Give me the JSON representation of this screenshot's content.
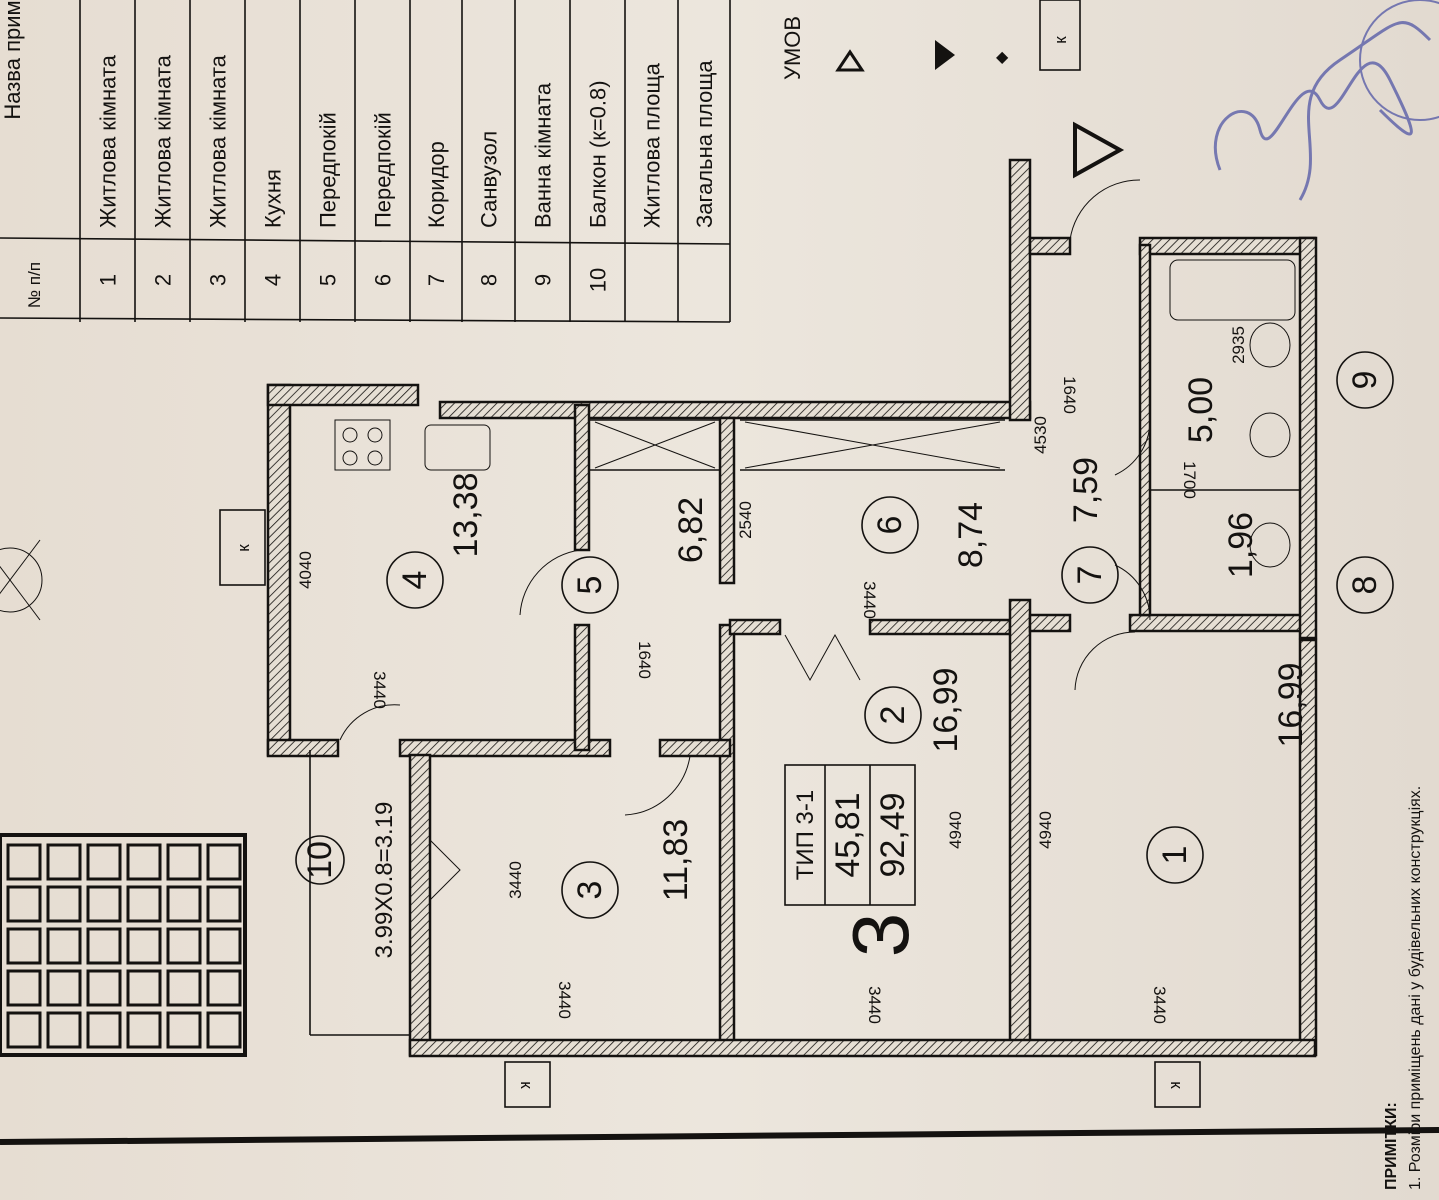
{
  "table": {
    "header_name": "Назва прим",
    "header_num": "№ п/п",
    "rows": [
      {
        "num": "1",
        "name": "Житлова кімната"
      },
      {
        "num": "2",
        "name": "Житлова кімната"
      },
      {
        "num": "3",
        "name": "Житлова кімната"
      },
      {
        "num": "4",
        "name": "Кухня"
      },
      {
        "num": "5",
        "name": "Передпокій"
      },
      {
        "num": "6",
        "name": "Передпокій"
      },
      {
        "num": "7",
        "name": "Коридор"
      },
      {
        "num": "8",
        "name": "Санвузол"
      },
      {
        "num": "9",
        "name": "Ванна кімната"
      },
      {
        "num": "10",
        "name": "Балкон (к=0.8)"
      },
      {
        "num": "",
        "name": "Житлова площа"
      },
      {
        "num": "",
        "name": "Загальна площа"
      }
    ]
  },
  "legend": {
    "title": "УМОВ",
    "k_label": "к"
  },
  "plan": {
    "type_label": "ТИП 3-1",
    "living_area": "45,81",
    "total_area": "92,49",
    "rooms_count": "3",
    "rooms": [
      {
        "num": "1",
        "area": "16,99"
      },
      {
        "num": "2",
        "area": "16,99"
      },
      {
        "num": "3",
        "area": "11,83"
      },
      {
        "num": "4",
        "area": "13,38"
      },
      {
        "num": "5",
        "area": "6,82"
      },
      {
        "num": "6",
        "area": "8,74"
      },
      {
        "num": "7",
        "area": "7,59"
      },
      {
        "num": "8",
        "area": "1,96"
      },
      {
        "num": "9",
        "area": "5,00"
      },
      {
        "num": "10",
        "area": "3.99X0.8=3.19"
      }
    ],
    "dims": {
      "d4040": "4040",
      "d3440": "3440",
      "d1640": "1640",
      "d2540": "2540",
      "d4530": "4530",
      "d1700": "1700",
      "d2935": "2935",
      "d4940": "4940"
    },
    "k_label": "к"
  },
  "notes": {
    "title": "ПРИМІТКИ:",
    "line1": "1. Розміри приміщень дані у будівельних конструкціях."
  },
  "colors": {
    "ink": "#141210",
    "paper": "#e9e2d8",
    "stamp": "#5a5fa8"
  }
}
